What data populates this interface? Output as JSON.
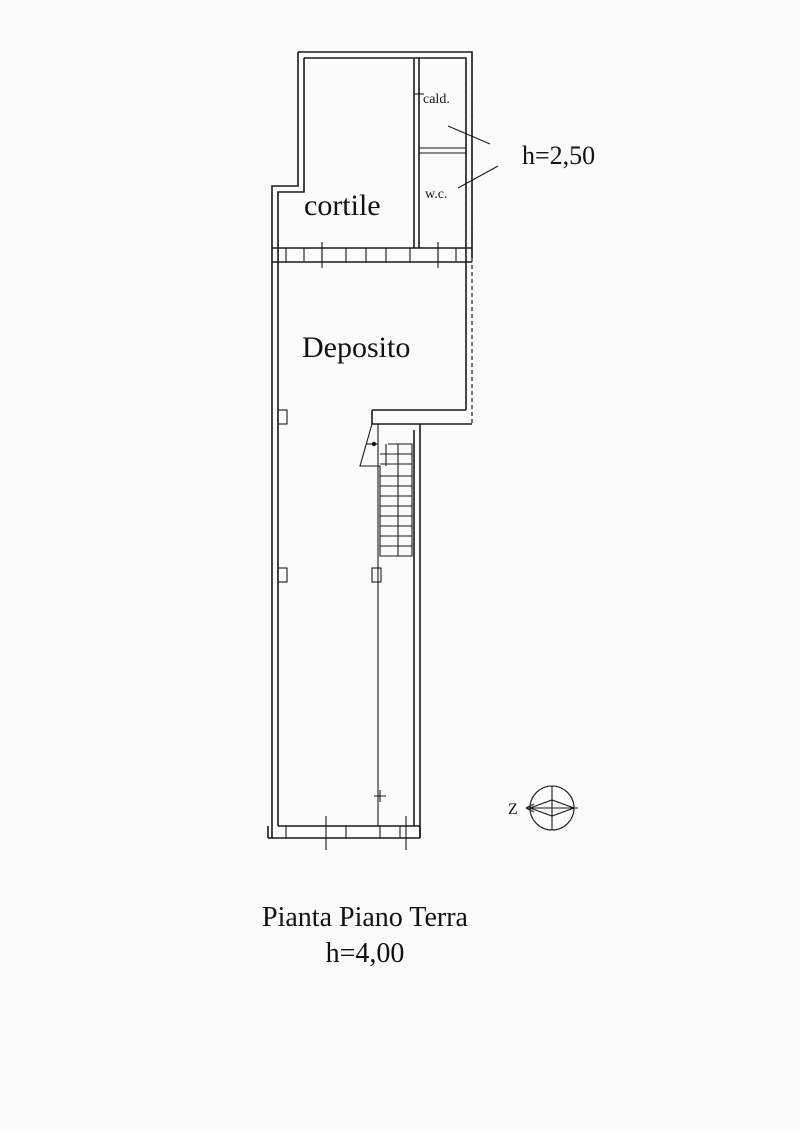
{
  "rooms": {
    "cortile": "cortile",
    "deposito": "Deposito",
    "caldaia": "cald.",
    "wc": "w.c."
  },
  "annotation_height": "h=2,50",
  "compass_letter": "Z",
  "caption": {
    "title": "Pianta Piano Terra",
    "height": "h=4,00"
  }
}
